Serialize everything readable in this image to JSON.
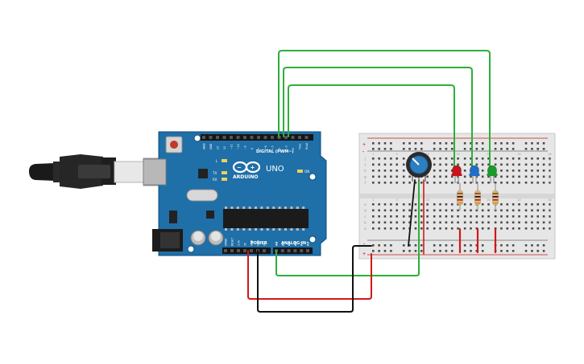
{
  "arduino": {
    "brand": "ARDUINO",
    "model": "UNO",
    "digital_header": "DIGITAL (PWM~)",
    "power_header": "POWER",
    "analog_header": "ANALOG IN",
    "on_label": "ON",
    "led_labels": [
      "L",
      "TX",
      "RX"
    ],
    "digital_pins": [
      "AREF",
      "GND",
      "13",
      "12",
      "~11",
      "~10",
      "~9",
      "8",
      "7",
      "~6",
      "~5",
      "4",
      "~3",
      "2",
      "TX▸1",
      "RX◂0"
    ],
    "power_pins": [
      "IOREF",
      "RESET",
      "3.3V",
      "5V",
      "GND",
      "GND",
      "Vin"
    ],
    "analog_pins": [
      "A0",
      "A1",
      "A2",
      "A3",
      "A4",
      "A5"
    ]
  },
  "breadboard": {
    "top_rows": [
      "j",
      "i",
      "h",
      "g",
      "f"
    ],
    "bottom_rows": [
      "e",
      "d",
      "c",
      "b",
      "a"
    ],
    "rail_plus": "+",
    "rail_minus": "-",
    "column_numbers_left": [
      "1",
      "5",
      "10"
    ],
    "column_numbers_right": [
      "15",
      "20",
      "25",
      "30"
    ]
  },
  "components": {
    "leds": [
      {
        "color": "#c8141a",
        "label": "red-led"
      },
      {
        "color": "#1e6fc8",
        "label": "blue-led"
      },
      {
        "color": "#1a9a2a",
        "label": "green-led"
      }
    ]
  },
  "colors": {
    "board": "#1f6fa8",
    "wire_green": "#2eae3b",
    "wire_red": "#d01818",
    "wire_black": "#111111",
    "breadboard": "#e6e6e6"
  }
}
